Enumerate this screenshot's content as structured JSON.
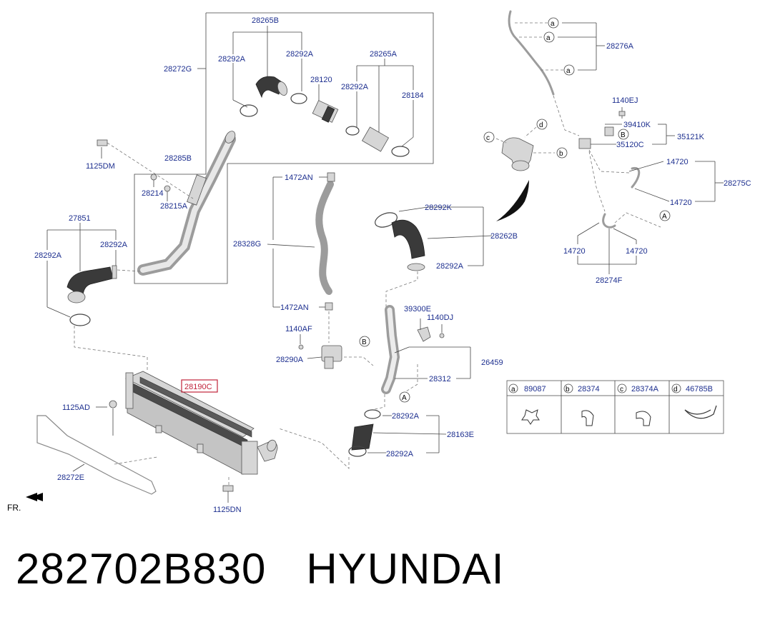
{
  "diagram": {
    "highlighted_part": "28190C",
    "direction_label": "FR.",
    "labels": {
      "l28265B": "28265B",
      "l28272G": "28272G",
      "l28292A_1": "28292A",
      "l28292A_2": "28292A",
      "l28265A": "28265A",
      "l28120": "28120",
      "l28292A_3": "28292A",
      "l28184": "28184",
      "l1125DM": "1125DM",
      "l28285B": "28285B",
      "l28214": "28214",
      "l28215A": "28215A",
      "l27851": "27851",
      "l28292A_4": "28292A",
      "l28292A_5": "28292A",
      "l1472AN_1": "1472AN",
      "l28328G": "28328G",
      "l1472AN_2": "1472AN",
      "l28292K": "28292K",
      "l28262B": "28262B",
      "l28292A_6": "28292A",
      "l1140AF": "1140AF",
      "l28290A": "28290A",
      "l39300E": "39300E",
      "l1140DJ": "1140DJ",
      "l26459": "26459",
      "l28312": "28312",
      "l28292A_7": "28292A",
      "l28163E": "28163E",
      "l28292A_8": "28292A",
      "l1125AD": "1125AD",
      "l28272E": "28272E",
      "l1125DN": "1125DN",
      "l28276A": "28276A",
      "l1140EJ": "1140EJ",
      "l39410K": "39410K",
      "l35121K": "35121K",
      "l35120C": "35120C",
      "l14720_1": "14720",
      "l28275C": "28275C",
      "l14720_2": "14720",
      "l14720_3": "14720",
      "l14720_4": "14720",
      "l28274F": "28274F"
    },
    "callouts": {
      "a1": "a",
      "a2": "a",
      "a3": "a",
      "c": "c",
      "d": "d",
      "b": "b",
      "B1": "B",
      "B2": "B",
      "A1": "A",
      "A2": "A"
    },
    "legend": [
      {
        "key": "a",
        "part": "89087"
      },
      {
        "key": "b",
        "part": "28374"
      },
      {
        "key": "c",
        "part": "28374A"
      },
      {
        "key": "d",
        "part": "46785B"
      }
    ]
  },
  "footer": {
    "part_number": "282702B830",
    "brand": "HYUNDAI"
  }
}
